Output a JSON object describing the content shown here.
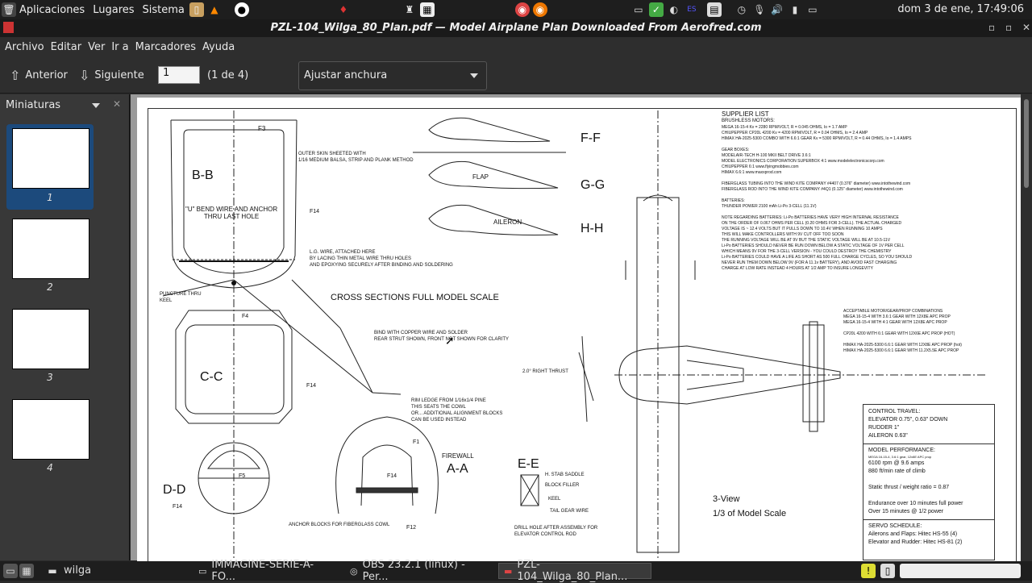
{
  "top_panel": {
    "applications": "Aplicaciones",
    "places": "Lugares",
    "system": "Sistema",
    "es_indicator": "ES",
    "clock": "dom  3 de ene, 17:49:06"
  },
  "window": {
    "title": "PZL-104_Wilga_80_Plan.pdf — Model Airplane Plan Downloaded From Aerofred.com"
  },
  "menu": [
    "Archivo",
    "Editar",
    "Ver",
    "Ir a",
    "Marcadores",
    "Ayuda"
  ],
  "toolbar": {
    "prev_label": "Anterior",
    "next_label": "Siguiente",
    "page_value": "1",
    "page_count": "(1 de 4)",
    "zoom_value": "Ajustar anchura"
  },
  "sidebar": {
    "header": "Miniaturas",
    "pages": [
      "1",
      "2",
      "3",
      "4"
    ]
  },
  "plan": {
    "sections": {
      "bb": "B-B",
      "cc": "C-C",
      "dd": "D-D",
      "aa": "A-A",
      "ee": "E-E",
      "ff": "F-F",
      "gg": "G-G",
      "hh": "H-H",
      "firewall": "FIREWALL",
      "cross_sections": "CROSS SECTIONS FULL MODEL SCALE",
      "view3": "3-View",
      "scale": "1/3 of Model Scale",
      "flap": "FLAP",
      "aileron": "AILERON",
      "f3": "F3",
      "f4": "F4",
      "f5": "F5",
      "f1": "F1",
      "f12": "F12",
      "f14": "F14",
      "bend_wire": "\"U\" BEND WIRE AND ANCHOR\nTHRU LAST HOLE",
      "outer_skin": "OUTER SKIN SHEETED WITH\n1/16 MEDIUM BALSA, STRIP AND PLANK METHOD",
      "lg_wire": "L.G. WIRE, ATTACHED HERE\nBY LACING THIN METAL WIRE THRU HOLES\nAND EPOXYING SECURELY AFTER BINDING AND SOLDERING",
      "puncture": "PUNCTURE THRU\nKEEL",
      "bind_wire": "BIND WITH COPPER WIRE AND SOLDER\nREAR STRUT SHOWN, FRONT NOT SHOWN FOR CLARITY",
      "rim_ledge": "RIM LEDGE FROM 1/16x1/4 PINE\nTHIS SEATS THE COWL\nOR... ADDITIONAL ALIGNMENT BLOCKS\nCAN BE USED INSTEAD",
      "anchor_blocks": "ANCHOR BLOCKS FOR FIBERGLASS COWL",
      "h_stab_saddle": "H. STAB SADDLE",
      "block_filler": "BLOCK FILLER",
      "keel": "KEEL",
      "tail_gear": "TAIL GEAR WIRE",
      "drill_hole": "DRILL HOLE AFTER ASSEMBLY FOR\nELEVATOR CONTROL ROD",
      "right_thrust": "2.0°   RIGHT THRUST"
    },
    "supplier": {
      "title": "SUPPLIER LIST",
      "brushless": "BRUSHLESS MOTORS:",
      "lines": [
        "MEGA 16-15-4    Kv = 2280 RPM/VOLT, R = 0.045 OHMS, Io = 1.7 AMP",
        "CHIUPEPPER CP20L 4200    Kv = 4200 RPM/VOLT, R = 0.04 OHMS, Io = 2.4 AMP",
        "HIMAX HA-2025-5300 COMBO WITH 6.6:1 GEAR    Kv = 5300 RPM/VOLT, R = 0.44 OHMS, Io = 1.4 AMPS",
        "",
        "GEAR BOXES:",
        "MODELAIR-TECH   H-100 MKII BELT DRIVE  3.6:1",
        "MODEL ELECTRONICS CORPORATION  SUPERBOX 4:1  www.modelelectronicscorp.com",
        "CHIUPEPPER 6:1    www.flyingmobbies.com",
        "HIMAX 6.6:1    www.maxxprod.com",
        "",
        "FIBERGLASS TUBING  INTO THE WIND KITE COMPANY #4407 (0.376\" diameter)  www.intothewind.com",
        "FIBERGLASS ROD  INTO THE WIND KITE COMPANY #4Q1 (0.125\" diameter)  www.intothewind.com",
        "",
        "BATTERIES:",
        "THUNDER POWER 2100 mAh Li-Po 3-CELL (11.1V)",
        "",
        "NOTE REGARDING BATTERIES: Li-Po BATTERIES HAVE VERY HIGH INTERNAL RESISTANCE",
        "ON THE ORDER OF 0.067 OHMS PER CELL (0.20 OHMS FOR 3-CELL). THE ACTUAL CHARGED",
        "VOLTAGE IS ~ 12.4 VOLTS BUT IT PULLS DOWN TO 10.4V WHEN RUNNING 10 AMPS",
        "THIS WILL MAKE CONTROLLERS WITH 9V CUT OFF TOO SOON",
        "THE RUNNING VOLTAGE WILL BE AT 9V BUT THE STATIC VOLTAGE WILL BE AT 10.5-11V",
        "Li-Po BATTERIES SHOULD NEVER BE RUN DOWN BELOW A STATIC VOLTAGE OF 1V PER CELL",
        "WHICH MEANS 9V FOR THE 3-CELL VERSION - YOU COULD DESTROY THE CHEMISTRY",
        "Li-Po BATTERIES COULD HAVE A LIFE AS SHORT AS 500 FULL CHARGE CYCLES, SO YOU SHOULD",
        "NEVER RUN THEM DOWN BELOW 9V (FOR A 11.1v BATTERY), AND AVOID FAST CHARGING",
        "CHARGE AT LOW RATE INSTEAD  4 HOURS AT 1/2 AMP TO INSURE LONGEVITY"
      ]
    },
    "combos": {
      "title": "ACCEPTABLE MOTOR/GEAR/PROP COMBINATIONS",
      "lines": [
        "MEGA 16-15-4 WITH 3.6:1 GEAR WITH 12X8E APC PROP",
        "MEGA 16-15-4 WITH 4:1 GEAR WITH 12X8E APC PROP",
        "",
        "CP20L 4200 WITH 6:1 GEAR WITH 12X6E APC PROP (HOT)",
        "",
        "HIMAX HA-2025-5300 6.6:1 GEAR WITH 12X8E APC PROP (hot)",
        "HIMAX HA-2025-5300 6.6:1 GEAR WITH 11.2X5.5E APC PROP"
      ]
    },
    "control": {
      "title": "CONTROL TRAVEL:",
      "lines": [
        "ELEVATOR 0.75\", 0.63\" DOWN",
        "RUDDER 1\"",
        "AILERON 0.63\""
      ]
    },
    "performance": {
      "title": "MODEL PERFORMANCE:",
      "subtitle": "MEGA 16-15-4, 3.6:1 gear, 12x8E APC prop",
      "lines": [
        "6100 rpm @ 9.6 amps",
        "880 ft/min rate of climb",
        "",
        "Static thrust / weight ratio = 0.87",
        "",
        "Endurance over 10 minutes full power",
        "Over 15 minutes @ 1/2 power"
      ]
    },
    "servo": {
      "title": "SERVO SCHEDULE:",
      "lines": [
        "Ailerons and Flaps: Hitec HS-55 (4)",
        "Elevator and Rudder: Hitec HS-81 (2)"
      ]
    }
  },
  "taskbar": {
    "workspace": "wilga",
    "tasks": [
      "IMMAGINE-SERIE-A-FO...",
      "OBS 23.2.1 (linux) - Per...",
      "PZL-104_Wilga_80_Plan..."
    ]
  }
}
